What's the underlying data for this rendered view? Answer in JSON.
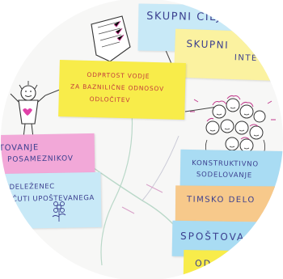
{
  "notes": {
    "skupni_cilji": "SKUPNI CILJI",
    "skupni_inte_1": "SKUPNI",
    "skupni_inte_2": "INTE",
    "odprtost_1": "ODPRTOST VODJE",
    "odprtost_2": "ZA BAZNILIČNE ODNOSOV",
    "odprtost_3": "ODLOČITEV",
    "spostovanje_1": "TOVANJE",
    "spostovanje_2": "POSAMEZNIKOV",
    "udelezenec_1": "UDELEŽENEC",
    "udelezenec_2": "ČUTI UPOŠTEVANEGA",
    "konstruktivno_1": "KONSTRUKTIVNO",
    "konstruktivno_2": "SODELOVANJE",
    "timsko": "TIMSKO DELO",
    "spostova": "SPOŠTOVA",
    "od": "OD"
  },
  "colors": {
    "yellow": "#f8ec4a",
    "blue": "#a9dcf3",
    "pink": "#f2a8d8",
    "orange": "#f7c98b",
    "ink": "#3b3f8f"
  },
  "drawings": {
    "checklist": "checklist-drawing",
    "person": "smiling-person-drawing",
    "group": "group-of-people-drawing",
    "flower": "flower-drawing"
  }
}
